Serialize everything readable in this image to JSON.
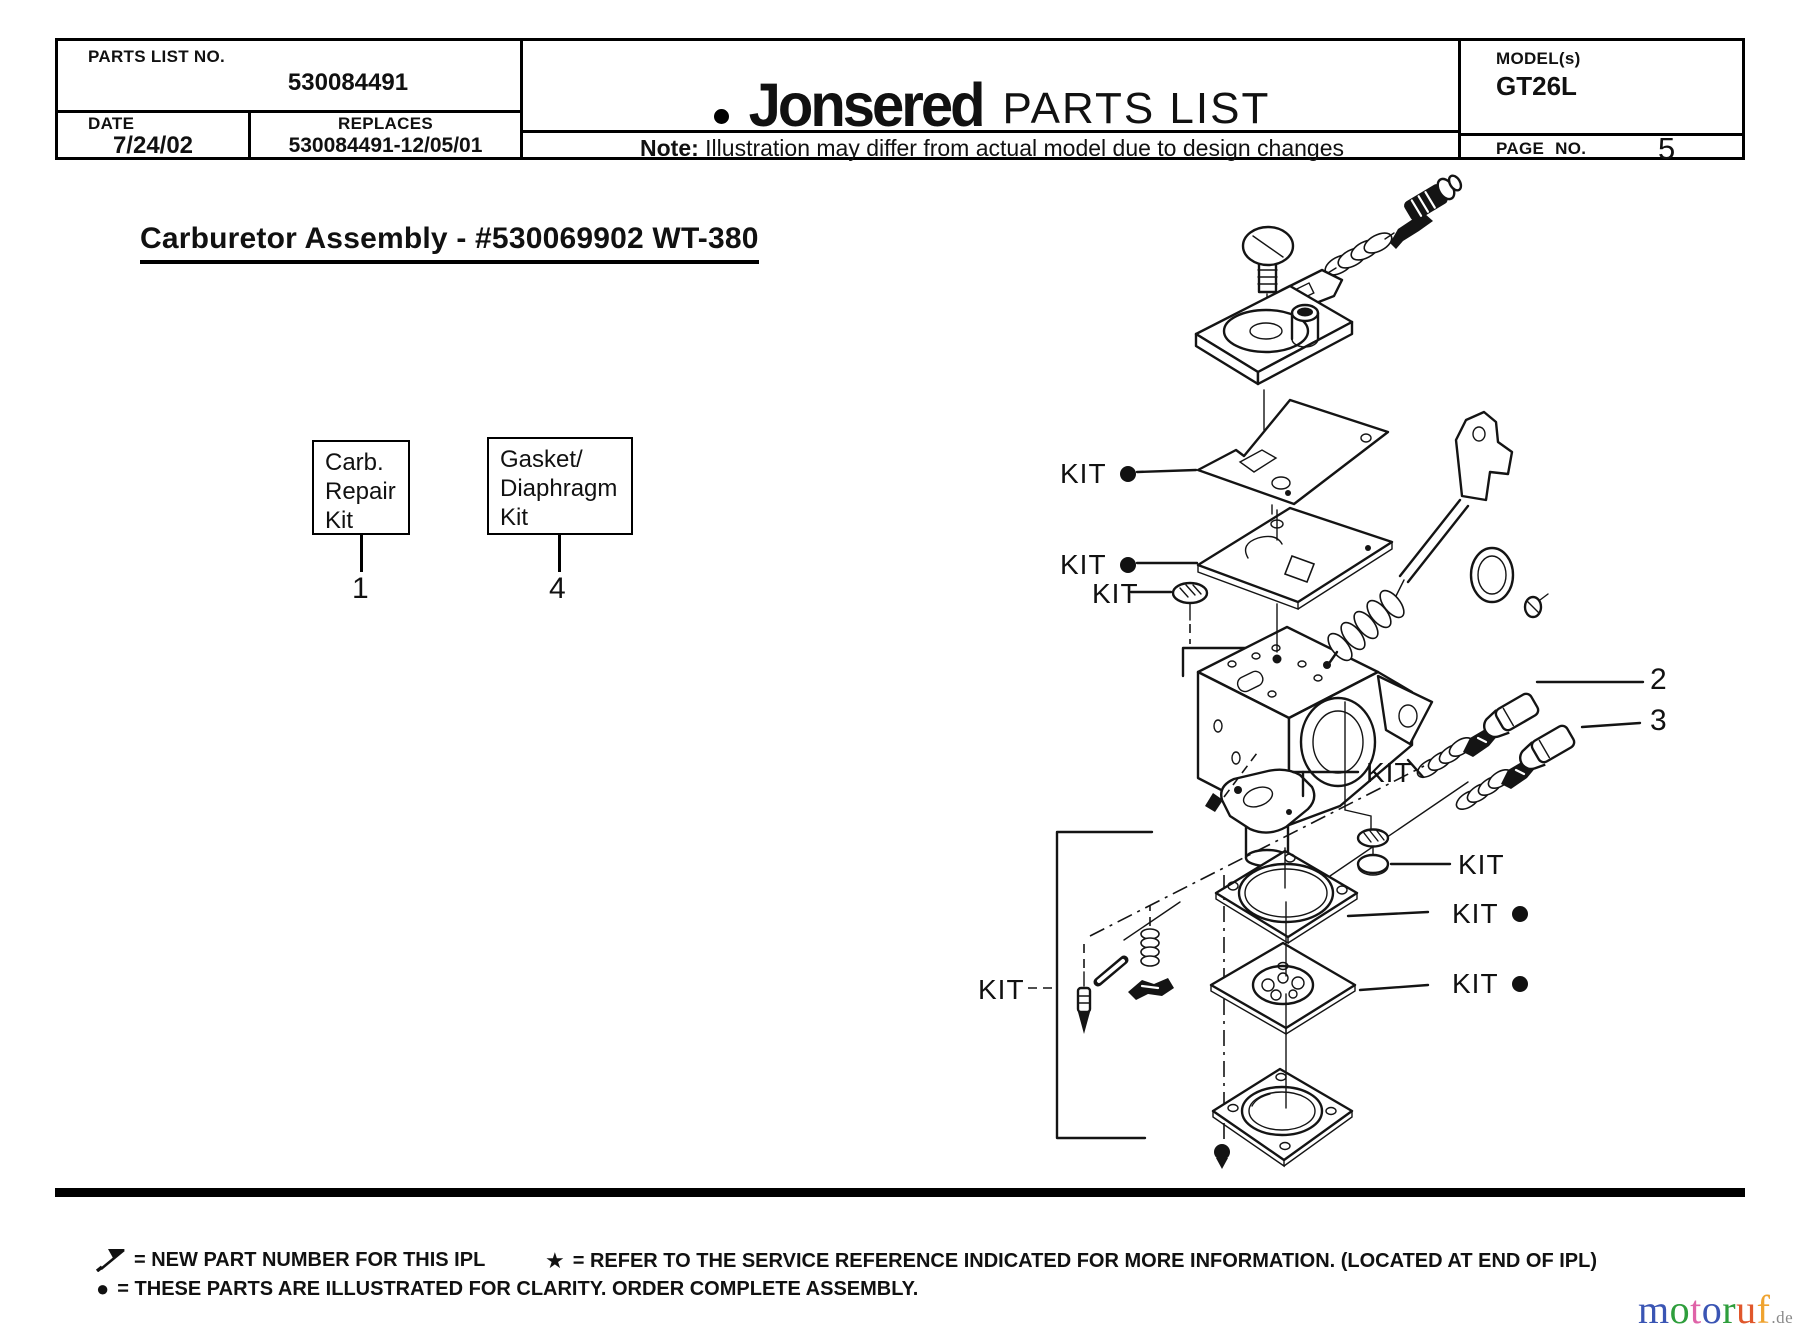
{
  "header": {
    "parts_list_no_label": "PARTS LIST NO.",
    "parts_list_no_value": "530084491",
    "date_label": "DATE",
    "date_value": "7/24/02",
    "replaces_label": "REPLACES",
    "replaces_value": "530084491-12/05/01",
    "brand": "Jonsered",
    "doc_type": "PARTS LIST",
    "note_label": "Note:",
    "note_text": "Illustration may differ from actual model due to design changes",
    "model_label": "MODEL(s)",
    "model_value": "GT26L",
    "page_label": "PAGE  NO.",
    "page_value": "5"
  },
  "title": "Carburetor Assembly - #530069902  WT-380",
  "kit_boxes": {
    "carb_repair": {
      "label": "Carb.\nRepair\nKit",
      "ref": "1"
    },
    "gasket_diaphragm": {
      "label": "Gasket/\nDiaphragm\nKit",
      "ref": "4"
    }
  },
  "diagram": {
    "kit_label": "KIT",
    "part_refs": {
      "needle_high": "2",
      "needle_low": "3"
    }
  },
  "legend": {
    "new_part_text": "= NEW PART NUMBER FOR THIS  IPL",
    "star_symbol": "★",
    "service_ref_text": "= REFER TO THE SERVICE REFERENCE  INDICATED FOR MORE INFORMATION. (LOCATED AT END OF IPL)",
    "bullet_symbol": "●",
    "clarity_text": "= THESE PARTS ARE  ILLUSTRATED FOR CLARITY.    ORDER  COMPLETE   ASSEMBLY."
  },
  "watermark": {
    "letters": [
      {
        "ch": "m",
        "color": "#3a55b4"
      },
      {
        "ch": "o",
        "color": "#2e9e3c"
      },
      {
        "ch": "t",
        "color": "#df63a8"
      },
      {
        "ch": "o",
        "color": "#3a55b4"
      },
      {
        "ch": "r",
        "color": "#2e9e3c"
      },
      {
        "ch": "u",
        "color": "#e0572b"
      },
      {
        "ch": "f",
        "color": "#efa32f"
      }
    ],
    "suffix": ".de"
  }
}
